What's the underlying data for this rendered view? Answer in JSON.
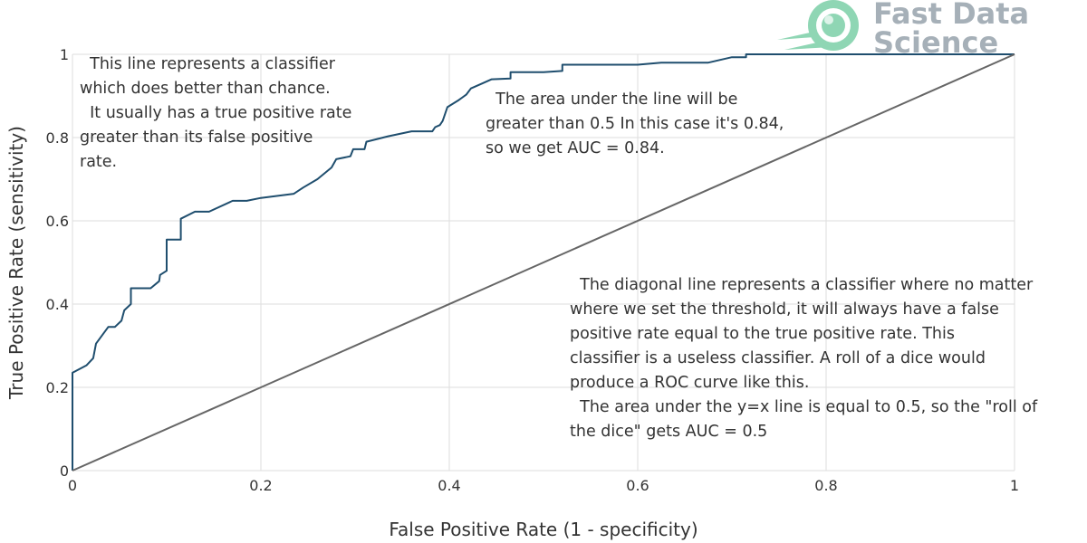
{
  "chart_data": {
    "type": "line",
    "xlabel": "False Positive Rate (1 - specificity)",
    "ylabel": "True Positive Rate (sensitivity)",
    "xlim": [
      0,
      1
    ],
    "ylim": [
      0,
      1
    ],
    "xticks": [
      "0",
      "0.2",
      "0.4",
      "0.6",
      "0.8",
      "1"
    ],
    "yticks": [
      "0",
      "0.2",
      "0.4",
      "0.6",
      "0.8",
      "1"
    ],
    "grid": true,
    "series": [
      {
        "color": "#1f4e6e",
        "x": [
          0,
          0,
          0.015,
          0.022,
          0.025,
          0.038,
          0.045,
          0.052,
          0.055,
          0.062,
          0.062,
          0.083,
          0.092,
          0.093,
          0.1,
          0.1,
          0.115,
          0.115,
          0.13,
          0.145,
          0.17,
          0.185,
          0.2,
          0.235,
          0.245,
          0.26,
          0.275,
          0.28,
          0.295,
          0.298,
          0.31,
          0.312,
          0.335,
          0.36,
          0.382,
          0.385,
          0.39,
          0.393,
          0.398,
          0.41,
          0.418,
          0.423,
          0.435,
          0.445,
          0.465,
          0.465,
          0.5,
          0.52,
          0.52,
          0.6,
          0.625,
          0.63,
          0.67,
          0.675,
          0.7,
          0.715,
          0.715,
          0.72,
          1
        ],
        "y": [
          0,
          0.235,
          0.253,
          0.27,
          0.305,
          0.345,
          0.345,
          0.36,
          0.385,
          0.4,
          0.438,
          0.438,
          0.455,
          0.47,
          0.48,
          0.555,
          0.555,
          0.605,
          0.622,
          0.622,
          0.648,
          0.648,
          0.655,
          0.665,
          0.68,
          0.7,
          0.728,
          0.748,
          0.755,
          0.772,
          0.772,
          0.79,
          0.803,
          0.815,
          0.815,
          0.825,
          0.83,
          0.84,
          0.873,
          0.89,
          0.903,
          0.918,
          0.93,
          0.94,
          0.942,
          0.957,
          0.957,
          0.96,
          0.975,
          0.975,
          0.98,
          0.98,
          0.98,
          0.98,
          0.993,
          0.993,
          1,
          1,
          1
        ]
      },
      {
        "color": "#666666",
        "x": [
          0,
          1
        ],
        "y": [
          0,
          1
        ]
      }
    ],
    "annotations": [
      {
        "lines": [
          "  This line represents a classifier",
          "which does better than chance.",
          "  It usually has a true positive rate",
          "greater than its false positive",
          "rate."
        ]
      },
      {
        "lines": [
          "  The area under the line will be",
          "greater than 0.5 In this case it's 0.84,",
          "so we get AUC = 0.84."
        ]
      },
      {
        "lines": [
          "  The diagonal line represents a classifier where no matter",
          "where we set the threshold, it will always have a false",
          "positive rate equal to the true positive rate. This",
          "classifier is a useless classifier. A roll of a dice would",
          "produce a ROC curve like this.",
          "  The area under the y=x line is equal to 0.5, so the \"roll of",
          "the dice\" gets AUC = 0.5"
        ]
      }
    ]
  },
  "logo": {
    "line1": "Fast Data",
    "line2": "Science",
    "color": "#a6b0b8",
    "mark_color": "#8fd6b4"
  }
}
